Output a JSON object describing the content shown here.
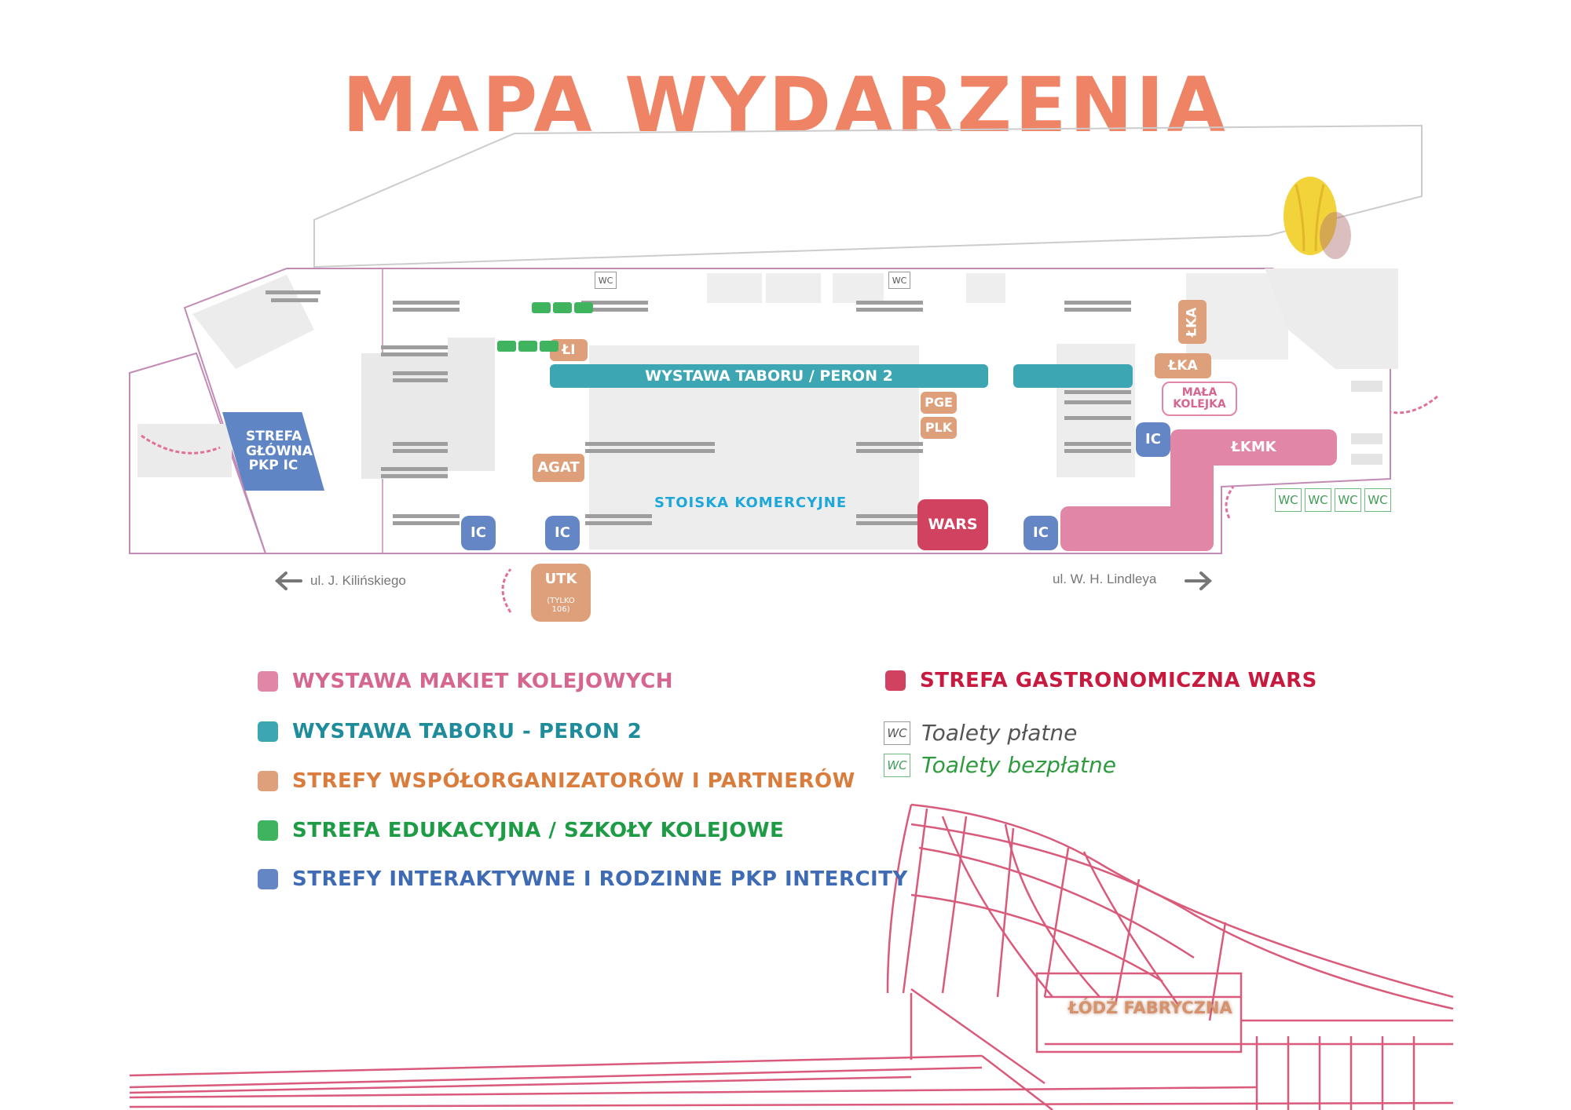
{
  "title": "MAPA WYDARZENIA",
  "zones": {
    "strefa_glowna": "STREFA GŁÓWNA PKP IC",
    "wystawa_taboru": "WYSTAWA TABORU / PERON 2",
    "li": "ŁI",
    "agat": "AGAT",
    "utk": "UTK",
    "utk_note": "(TYLKO 106)",
    "pge": "PGE",
    "plk": "PLK",
    "wars": "WARS",
    "lka_vertical": "ŁKA",
    "lka": "ŁKA",
    "mala_kolejka": "MAŁA KOLEJKA",
    "lkmk": "ŁKMK",
    "ic": "IC",
    "stoiska": "STOISKA KOMERCYJNE"
  },
  "wc_label": "WC",
  "streets": {
    "left": "ul. J. Kilińskiego",
    "right": "ul. W. H. Lindleya"
  },
  "legend": [
    {
      "label": "WYSTAWA MAKIET KOLEJOWYCH",
      "color": "#e186a6",
      "text_color": "#d6658f"
    },
    {
      "label": "WYSTAWA TABORU - PERON 2",
      "color": "#3da6b3",
      "text_color": "#1f8c9b"
    },
    {
      "label": "STREFY WSPÓŁORGANIZATORÓW I PARTNERÓW",
      "color": "#dea07a",
      "text_color": "#d97c3c"
    },
    {
      "label": "STREFA EDUKACYJNA / SZKOŁY KOLEJOWE",
      "color": "#3fb35d",
      "text_color": "#1e9b45"
    },
    {
      "label": "STREFY INTERAKTYWNE I RODZINNE PKP INTERCITY",
      "color": "#6486c4",
      "text_color": "#3f6bb5"
    },
    {
      "label": "STREFA GASTRONOMICZNA WARS",
      "color": "#d0425f",
      "text_color": "#c8193f"
    }
  ],
  "legend_wc": [
    {
      "label": "Toalety płatne",
      "text_color": "#555555"
    },
    {
      "label": "Toalety bezpłatne",
      "text_color": "#2e9b3f"
    }
  ],
  "station": "ŁÓDŹ FABRYCZNA"
}
